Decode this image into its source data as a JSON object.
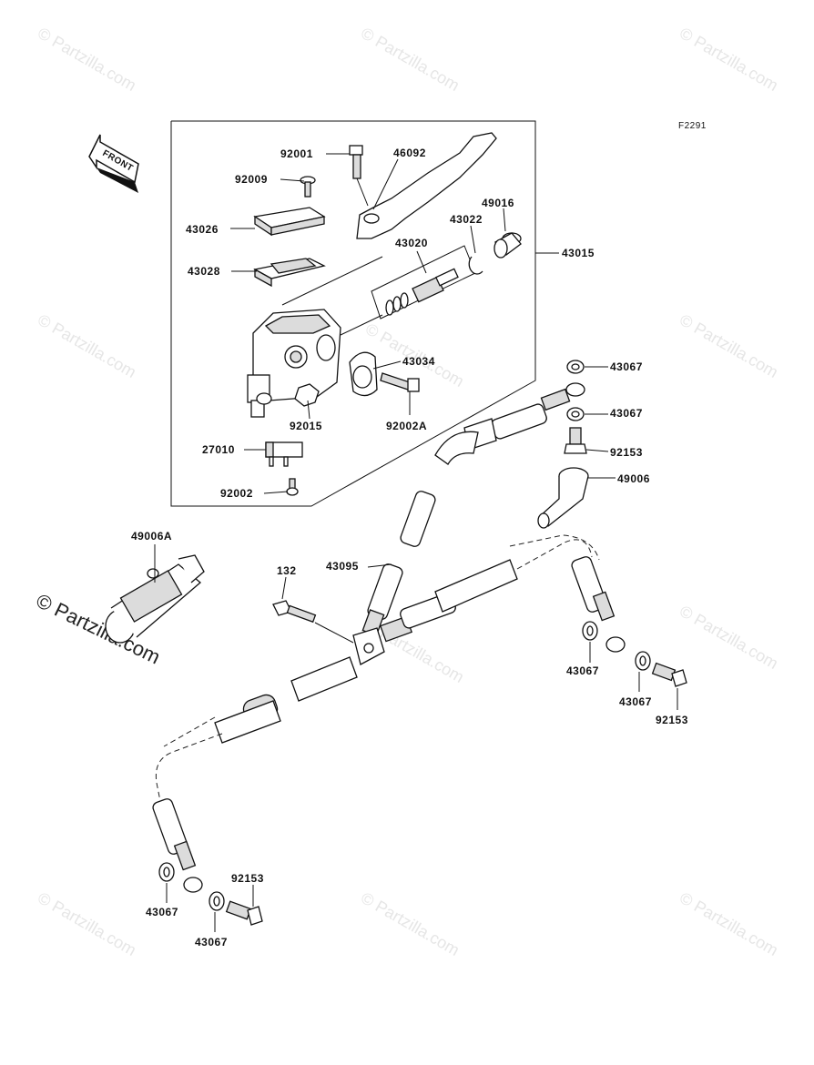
{
  "figure_id": "F2291",
  "front_label": "FRONT",
  "watermark": {
    "text": "© Partzilla.com"
  },
  "parts": [
    {
      "id": "p92001",
      "number": "92001"
    },
    {
      "id": "p46092",
      "number": "46092"
    },
    {
      "id": "p92009",
      "number": "92009"
    },
    {
      "id": "p43026",
      "number": "43026"
    },
    {
      "id": "p49016",
      "number": "49016"
    },
    {
      "id": "p43022",
      "number": "43022"
    },
    {
      "id": "p43020",
      "number": "43020"
    },
    {
      "id": "p43015",
      "number": "43015"
    },
    {
      "id": "p43028",
      "number": "43028"
    },
    {
      "id": "p43034",
      "number": "43034"
    },
    {
      "id": "p92015",
      "number": "92015"
    },
    {
      "id": "p92002A",
      "number": "92002A"
    },
    {
      "id": "p27010",
      "number": "27010"
    },
    {
      "id": "p92002",
      "number": "92002"
    },
    {
      "id": "p43067a",
      "number": "43067"
    },
    {
      "id": "p43067b",
      "number": "43067"
    },
    {
      "id": "p92153a",
      "number": "92153"
    },
    {
      "id": "p49006",
      "number": "49006"
    },
    {
      "id": "p49006A",
      "number": "49006A"
    },
    {
      "id": "p132",
      "number": "132"
    },
    {
      "id": "p43095",
      "number": "43095"
    },
    {
      "id": "p43067c",
      "number": "43067"
    },
    {
      "id": "p43067d",
      "number": "43067"
    },
    {
      "id": "p92153b",
      "number": "92153"
    },
    {
      "id": "p92153c",
      "number": "92153"
    },
    {
      "id": "p43067e",
      "number": "43067"
    },
    {
      "id": "p43067f",
      "number": "43067"
    }
  ]
}
